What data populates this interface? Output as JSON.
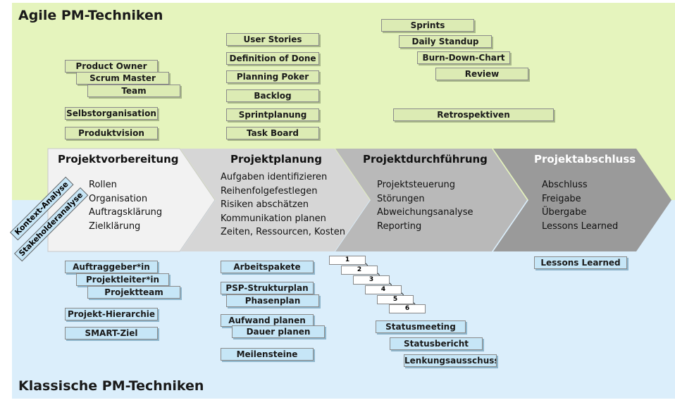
{
  "bands": {
    "agile_title": "Agile PM-Techniken",
    "klassisch_title": "Klassische PM-Techniken"
  },
  "colors": {
    "agile_band": "#e5f4bd",
    "klassisch_band": "#dbeefb",
    "agile_tag": "#dcebb4",
    "klassisch_tag": "#c6e6f7"
  },
  "agile_tags": [
    "Product Owner",
    "Scrum Master",
    "Team",
    "Selbstorganisation",
    "Produktvision",
    "User Stories",
    "Definition of Done",
    "Planning Poker",
    "Backlog",
    "Sprintplanung",
    "Task Board",
    "Sprints",
    "Daily Standup",
    "Burn-Down-Chart",
    "Review",
    "Retrospektiven"
  ],
  "phases": [
    {
      "title": "Projektvorbereitung",
      "items": [
        "Rollen",
        "Organisation",
        "Auftragsklärung",
        "Zielklärung"
      ]
    },
    {
      "title": "Projektplanung",
      "items": [
        "Aufgaben identifizieren",
        "Reihenfolgefestlegen",
        "Risiken abschätzen",
        "Kommunikation  planen",
        "Zeiten, Ressourcen, Kosten"
      ]
    },
    {
      "title": "Projektdurchführung",
      "items": [
        "Projektsteuerung",
        "Störungen",
        "Abweichungsanalyse",
        "Reporting"
      ]
    },
    {
      "title": "Projektabschluss",
      "items": [
        "Abschluss",
        "Freigabe",
        "Übergabe",
        "Lessons Learned"
      ]
    }
  ],
  "rotated_tags": [
    "Kontext-Analyse",
    "Stakeholderanalyse"
  ],
  "klassisch_tags": [
    "Auftraggeber*in",
    "Projektleiter*in",
    "Projektteam",
    "Projekt-Hierarchie",
    "SMART-Ziel",
    "Arbeitspakete",
    "PSP-Strukturplan",
    "Phasenplan",
    "Aufwand planen",
    "Dauer planen",
    "Meilensteine",
    "Statusmeeting",
    "Statusbericht",
    "Lenkungsausschuss",
    "Lessons Learned"
  ],
  "steps": [
    "1",
    "2",
    "3",
    "4",
    "5",
    "6"
  ]
}
